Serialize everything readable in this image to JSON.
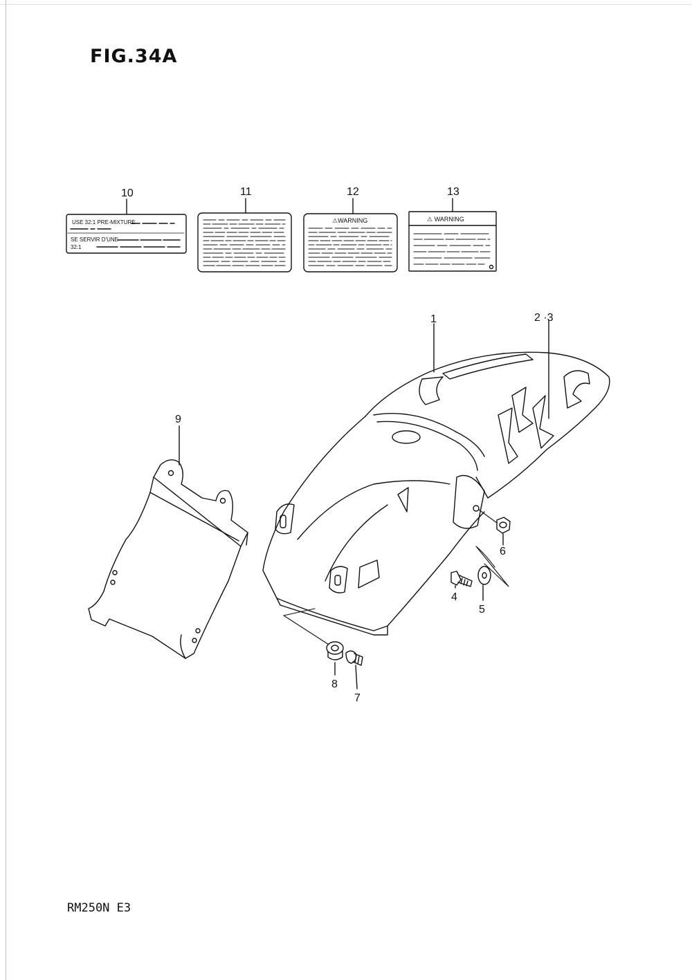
{
  "figure": {
    "title": "FIG.34A",
    "model": "RM250N E3"
  },
  "labels": {
    "label_10": {
      "line1": "USE 32:1 PRE-MIXTURE",
      "line2": "SE SERVIR D'UNE",
      "line3": "32:1"
    },
    "label_12": {
      "heading": "⚠WARNING"
    },
    "label_13": {
      "heading": "⚠ WARNING"
    }
  },
  "callouts": {
    "c10": "10",
    "c11": "11",
    "c12": "12",
    "c13": "13",
    "c1": "1",
    "c2_3": "2 ·3",
    "c9": "9",
    "c6": "6",
    "c4": "4",
    "c5": "5",
    "c8": "8",
    "c7": "7"
  }
}
